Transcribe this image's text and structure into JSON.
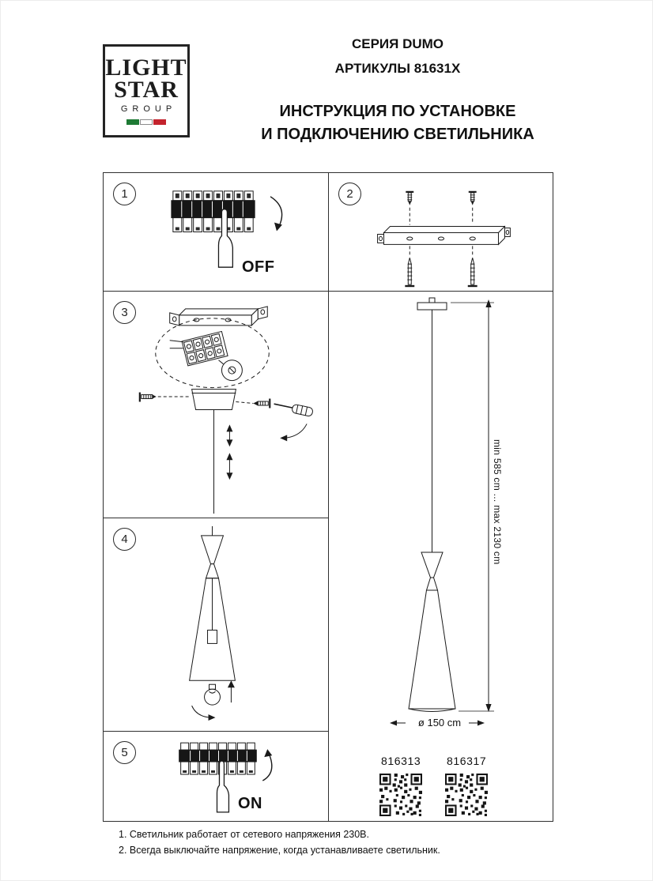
{
  "header": {
    "logo": {
      "word1": "LIGHT",
      "word2": "STAR",
      "group": "GROUP"
    },
    "series": "СЕРИЯ DUMO",
    "articles_line": "АРТИКУЛЫ 81631X",
    "title_line1": "ИНСТРУКЦИЯ ПО УСТАНОВКЕ",
    "title_line2": "И ПОДКЛЮЧЕНИЮ СВЕТИЛЬНИКА"
  },
  "steps": {
    "s1": {
      "number": "1",
      "label": "OFF"
    },
    "s2": {
      "number": "2"
    },
    "s3": {
      "number": "3"
    },
    "s4": {
      "number": "4"
    },
    "s5": {
      "number": "5",
      "label": "ON"
    }
  },
  "product": {
    "height_range": "min 585 cm ... max 2130 cm",
    "diameter": "ø 150 cm",
    "article_codes": [
      "816313",
      "816317"
    ]
  },
  "notes": [
    "1. Светильник работает от сетевого напряжения 230В.",
    "2. Всегда выключайте напряжение, когда устанавливаете светильник."
  ]
}
